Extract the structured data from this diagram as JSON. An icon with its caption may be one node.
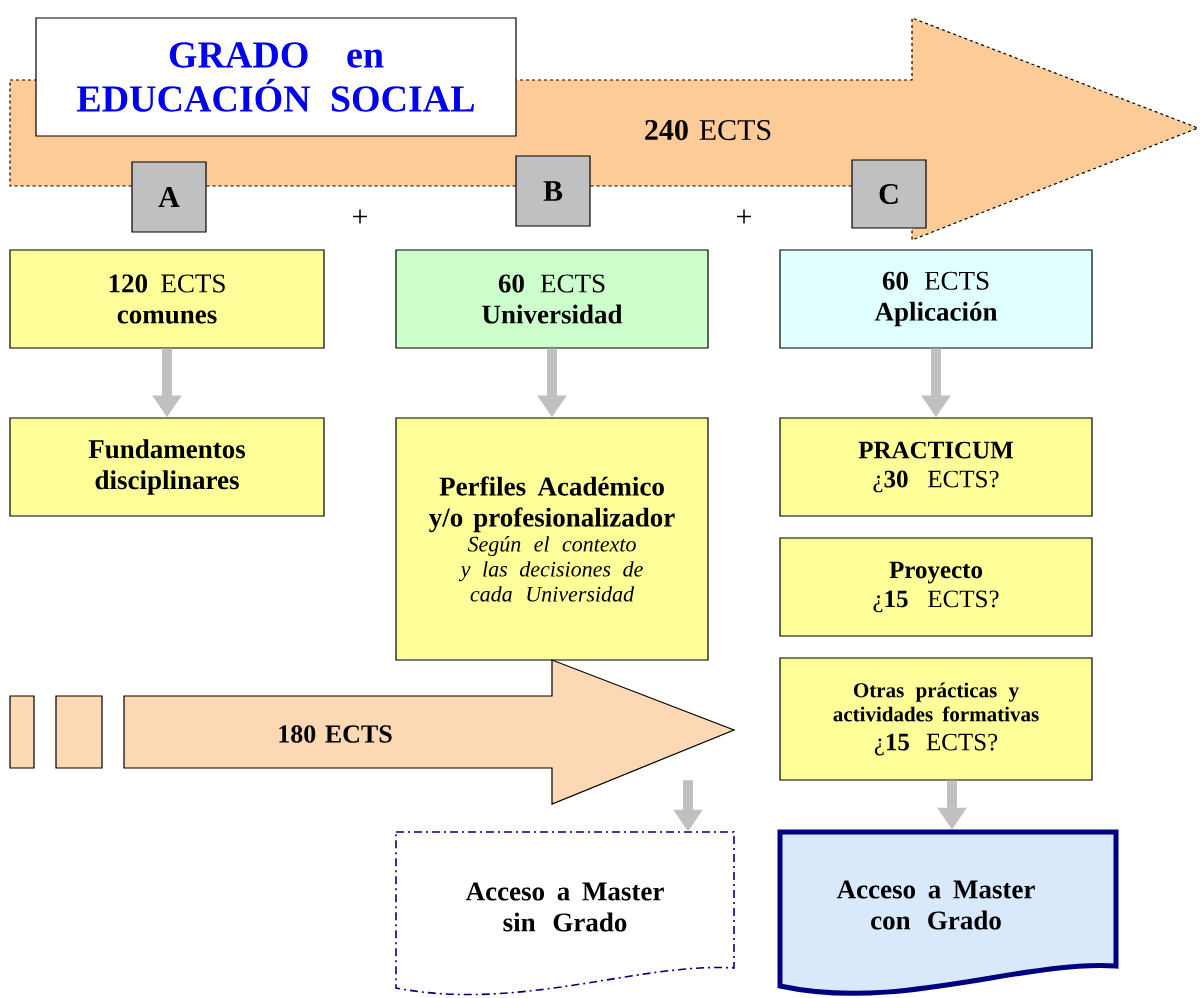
{
  "diagram": {
    "nodes": [
      {
        "text": [
          "**240** ECTS"
        ]
      },
      {
        "text": [
          "GRADO en EDUCACIÓN SOCIAL"
        ]
      },
      {
        "text": [
          "A"
        ]
      },
      {
        "text": [
          "B"
        ]
      },
      {
        "text": [
          "C"
        ]
      },
      {
        "text": [
          "**120** ECTS **comunes**"
        ]
      },
      {
        "text": [
          "**60** ECTS **Universidad**"
        ]
      },
      {
        "text": [
          "**60** ECTS **Aplicación**"
        ]
      },
      {
        "text": [
          "Fundamentos disciplinares"
        ]
      },
      {
        "text": [
          "Perfiles Académico y/o profesionalizador",
          "Según el contexto y las decisiones de cada Universidad"
        ]
      },
      {
        "text": [
          "PRACTICUM",
          "¿**30** ECTS?"
        ]
      },
      {
        "text": [
          "Proyecto",
          "¿**15** ECTS?"
        ]
      },
      {
        "text": [
          "Otras prácticas y actividades formativas",
          "¿**15** ECTS?"
        ]
      },
      {
        "text": [
          "180 ECTS"
        ]
      },
      {
        "text": [
          "Acceso a Master sin Grado"
        ]
      },
      {
        "text": [
          "Acceso a Master con Grado"
        ]
      }
    ],
    "edges": [
      {
        "from": 5,
        "to": 8,
        "arrow": "to"
      },
      {
        "from": 6,
        "to": 9,
        "arrow": "to"
      },
      {
        "from": 7,
        "to": 10,
        "arrow": "to"
      },
      {
        "from": 13,
        "to": 14,
        "arrow": "to"
      },
      {
        "from": 12,
        "to": 15,
        "arrow": "to"
      }
    ],
    "labels": [
      "+",
      "+"
    ]
  }
}
